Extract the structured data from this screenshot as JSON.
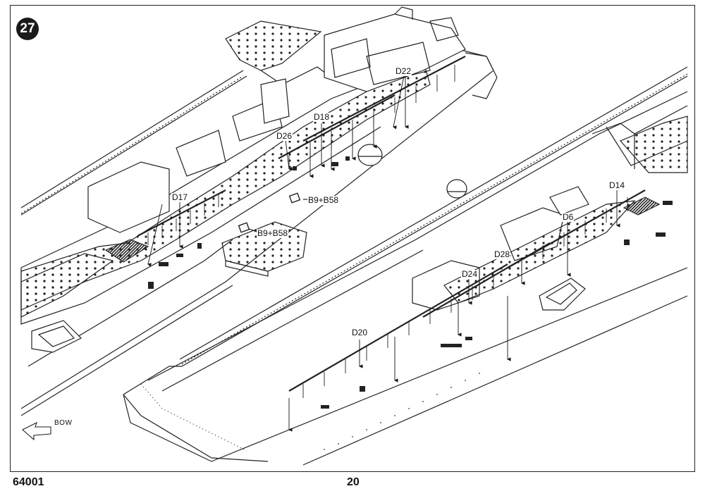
{
  "step": {
    "number": "27"
  },
  "labels": {
    "d22": "D22",
    "d18": "D18",
    "d26": "D26",
    "d17": "D17",
    "b9_b58_upper": "B9+B58",
    "b9_b58_lower": "B9+B58",
    "d14": "D14",
    "d6": "D6",
    "d28": "D28",
    "d24": "D24",
    "d20": "D20"
  },
  "direction": {
    "label": "BOW",
    "icon": "arrow-icon"
  },
  "footer": {
    "product_code": "64001",
    "page_number": "20"
  },
  "colors": {
    "ink": "#1a1a1a",
    "paper": "#ffffff",
    "hatch": "#333333"
  }
}
